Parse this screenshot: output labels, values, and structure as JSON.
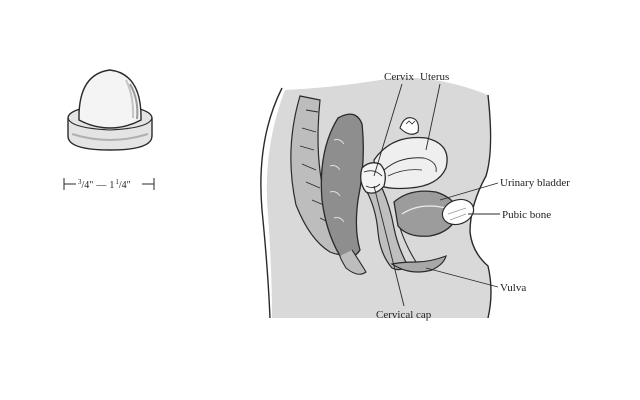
{
  "labels": {
    "cervix": "Cervix",
    "uterus": "Uterus",
    "urinary_bladder": "Urinary bladder",
    "pubic_bone": "Pubic bone",
    "vulva": "Vulva",
    "cervical_cap": "Cervical cap"
  },
  "size_range": {
    "min_num": "3",
    "min_den": "4\"",
    "separator": "—",
    "max_whole": "1",
    "max_num": "1",
    "max_den": "4\""
  },
  "colors": {
    "line": "#2a2a2a",
    "tissue": "#d6d6d6",
    "dark_tissue": "#9a9a9a",
    "cap": "#ececec"
  }
}
